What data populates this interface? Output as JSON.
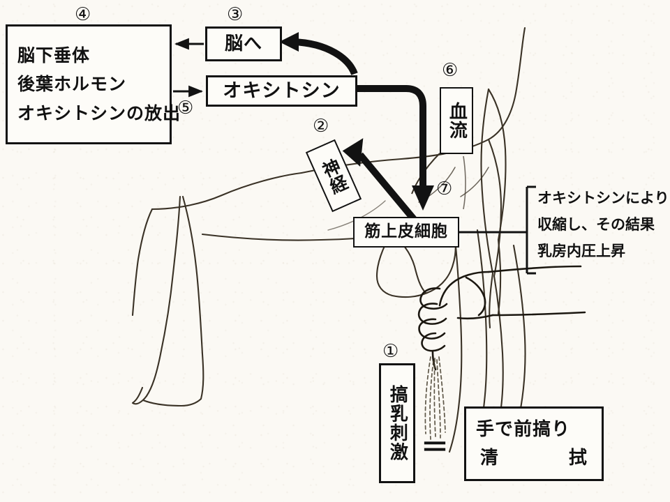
{
  "figure": {
    "title": "Milk let-down (oxytocin) reflex in the dairy cow",
    "background_color": "#fbf9f4",
    "ink_color": "#121212"
  },
  "markers": {
    "one": "①",
    "two": "②",
    "three": "③",
    "four": "④",
    "five": "⑤",
    "six": "⑥",
    "seven": "⑦"
  },
  "boxes": {
    "pituitary": {
      "marker": "④",
      "lines": [
        "脳下垂体",
        "後葉ホルモン",
        "オキシトシンの放出"
      ]
    },
    "brain": {
      "marker": "③",
      "label": "脳へ"
    },
    "oxytocin": {
      "marker": "⑤",
      "label": "オキシトシン"
    },
    "nerve": {
      "marker": "②",
      "label": "神経"
    },
    "bloodflow": {
      "marker": "⑥",
      "label": "血流"
    },
    "myoepithelial": {
      "marker": "⑦",
      "label": "筋上皮細胞"
    },
    "stimulus": {
      "marker": "①",
      "label": "搞乳刺激"
    },
    "hand_milking": {
      "line1": "手で前搞り",
      "line2_left": "清",
      "line2_right": "拭"
    }
  },
  "equals": "＝",
  "right_note": {
    "marker": "⑦",
    "lines": [
      "オキシトシンにより",
      "収縮し、その結果",
      "乳房内圧上昇"
    ]
  }
}
